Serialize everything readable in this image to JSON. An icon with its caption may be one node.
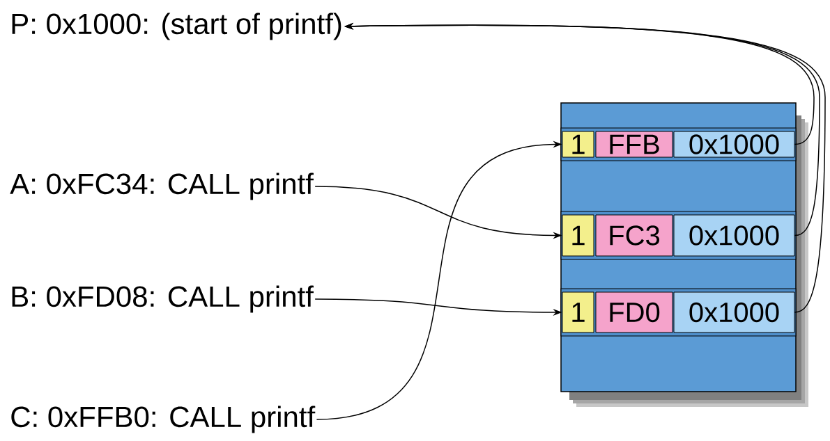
{
  "diagram": {
    "nodes": [
      {
        "text": [
          "P: 0x1000: (start of printf)"
        ]
      },
      {
        "text": [
          "A: 0xFC34: CALL printf"
        ]
      },
      {
        "text": [
          "B: 0xFD08: CALL printf"
        ]
      },
      {
        "text": [
          "C: 0xFFB0: CALL printf"
        ]
      },
      {
        "text": [],
        "shape": "box"
      },
      {
        "text": [
          "1"
        ],
        "in": 4
      },
      {
        "text": [
          "FFB"
        ],
        "in": 4
      },
      {
        "text": [
          "0x1000"
        ],
        "in": 4
      },
      {
        "text": [
          "1"
        ],
        "in": 4
      },
      {
        "text": [
          "FC3"
        ],
        "in": 4
      },
      {
        "text": [
          "0x1000"
        ],
        "in": 4
      },
      {
        "text": [
          "1"
        ],
        "in": 4
      },
      {
        "text": [
          "FD0"
        ],
        "in": 4
      },
      {
        "text": [
          "0x1000"
        ],
        "in": 4
      }
    ],
    "edges": [
      {
        "from": 1,
        "to": 8,
        "arrow": "to"
      },
      {
        "from": 2,
        "to": 11,
        "arrow": "to"
      },
      {
        "from": 3,
        "to": 5,
        "arrow": "to"
      },
      {
        "from": 7,
        "to": 0,
        "arrow": "to"
      },
      {
        "from": 10,
        "to": 0,
        "arrow": "to"
      },
      {
        "from": 13,
        "to": 0,
        "arrow": "to"
      }
    ]
  }
}
